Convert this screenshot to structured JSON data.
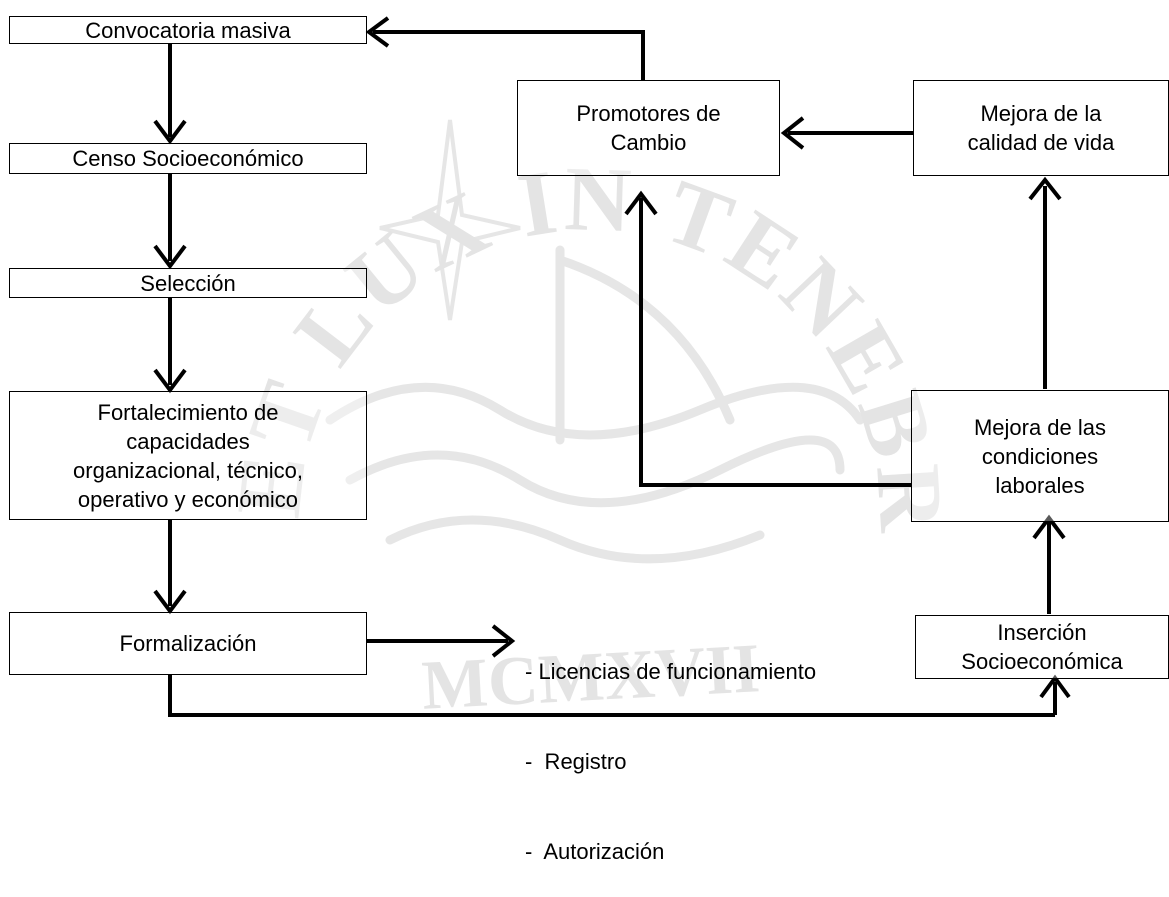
{
  "diagram": {
    "nodes": {
      "convocatoria": "Convocatoria masiva",
      "censo": "Censo Socioeconómico",
      "seleccion": "Selección",
      "fortalecimiento": "Fortalecimiento de\ncapacidades\norganizacional, técnico,\noperativo y económico",
      "formalizacion": "Formalización",
      "insercion": "Inserción\nSocioeconómica",
      "mejora_condiciones": "Mejora de las\ncondiciones\nlaborales",
      "mejora_calidad": "Mejora de la\ncalidad de vida",
      "promotores": "Promotores de\nCambio"
    },
    "formalization_items": [
      "- Licencias de funcionamiento",
      "-  Registro",
      "-  Autorización"
    ],
    "watermark": "ET LUX IN TENEBRIS LUCET",
    "watermark_year": "MCMXVII"
  },
  "colors": {
    "line": "#000000",
    "watermark": "#e3e3e3"
  }
}
